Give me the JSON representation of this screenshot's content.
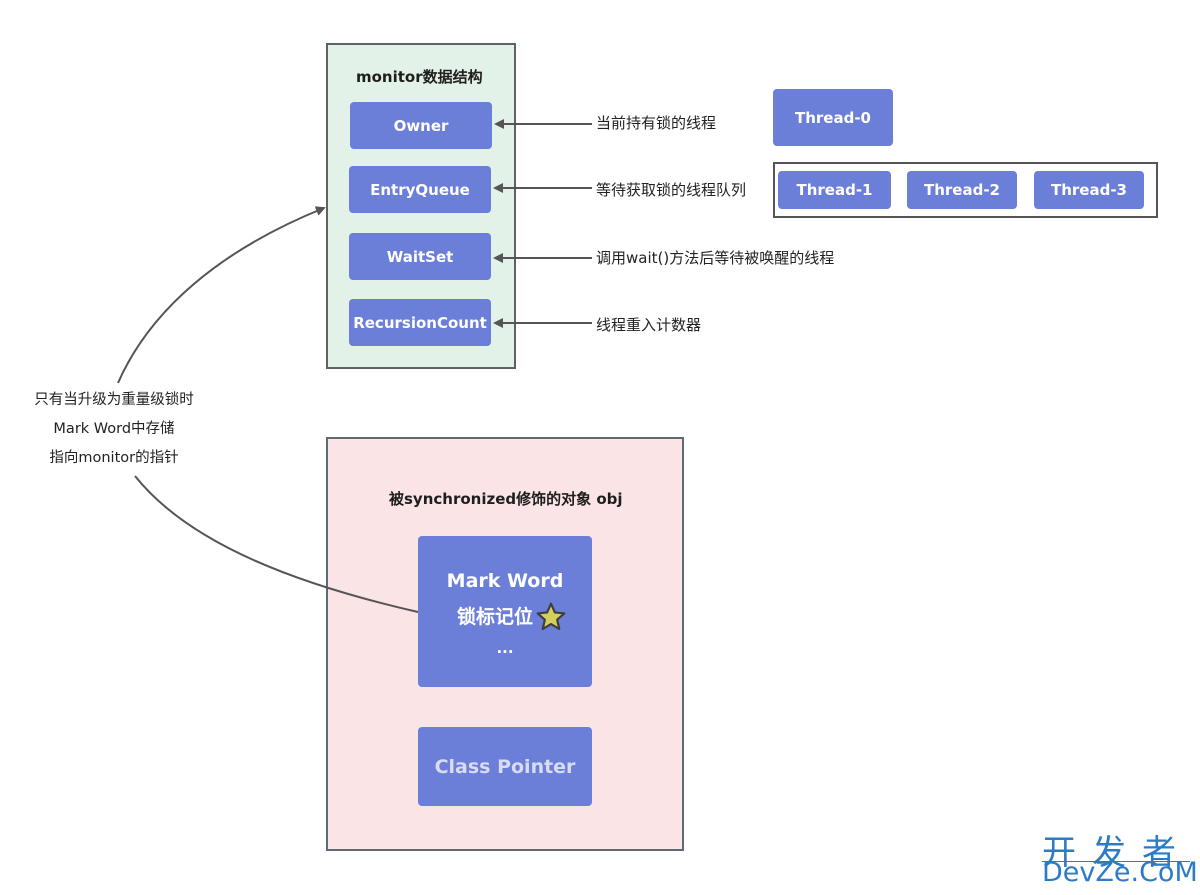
{
  "monitor": {
    "title": "monitor数据结构",
    "fields": [
      {
        "label": "Owner",
        "description": "当前持有锁的线程"
      },
      {
        "label": "EntryQueue",
        "description": "等待获取锁的线程队列"
      },
      {
        "label": "WaitSet",
        "description": "调用wait()方法后等待被唤醒的线程"
      },
      {
        "label": "RecursionCount",
        "description": "线程重入计数器"
      }
    ]
  },
  "owner_thread": "Thread-0",
  "entry_queue_threads": [
    "Thread-1",
    "Thread-2",
    "Thread-3"
  ],
  "pointer_note": [
    "只有当升级为重量级锁时",
    "Mark Word中存储",
    "指向monitor的指针"
  ],
  "object": {
    "title": "被synchronized修饰的对象 obj",
    "mark_word": {
      "line1": "Mark Word",
      "line2": "锁标记位",
      "line3": "...",
      "badge_icon": "star-icon"
    },
    "class_pointer": "Class Pointer"
  },
  "watermark": {
    "line1": "开发者",
    "line2": "DevZe.CoM"
  },
  "colors": {
    "box": "#6b7fd9",
    "monitor_bg": "#e3f2e8",
    "object_bg": "#fbe4e6",
    "star": "#d4cf5a",
    "watermark": "#2d7bc4"
  }
}
